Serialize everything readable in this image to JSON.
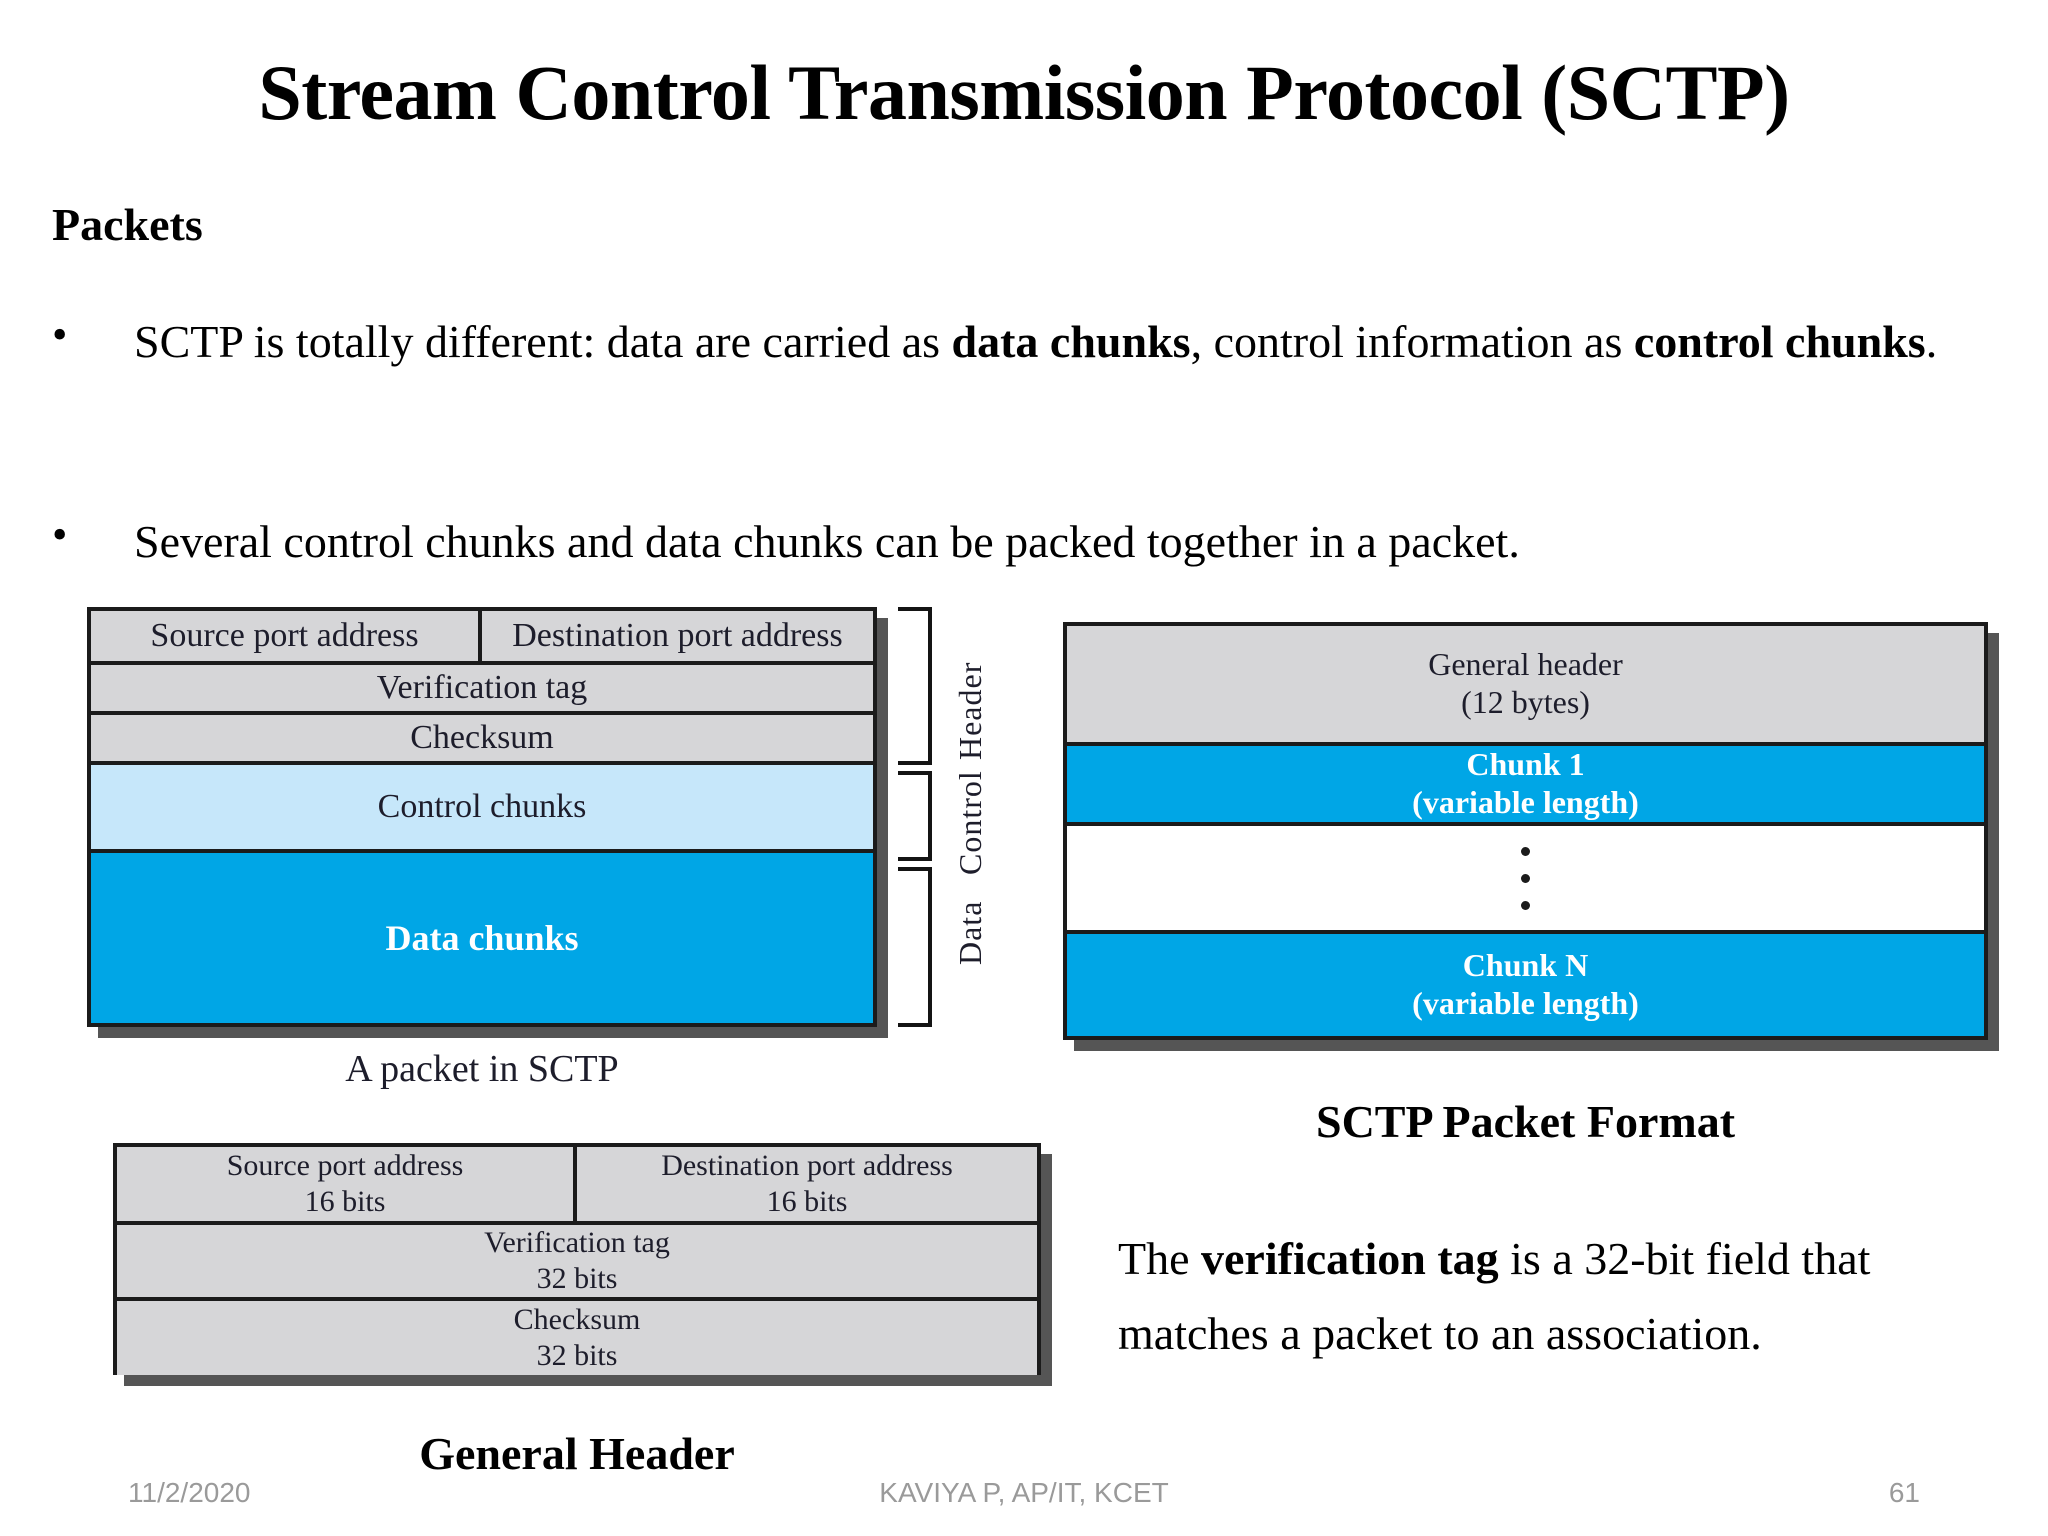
{
  "slide": {
    "title": "Stream Control Transmission Protocol (SCTP)",
    "section_heading": "Packets"
  },
  "bullets": [
    {
      "marker": "•",
      "parts": [
        {
          "text": "SCTP is totally different: data are carried as ",
          "bold": false
        },
        {
          "text": "data chunks",
          "bold": true
        },
        {
          "text": ", control information as ",
          "bold": false
        },
        {
          "text": "control chunks",
          "bold": true
        },
        {
          "text": ".",
          "bold": false
        }
      ],
      "plain": "SCTP is totally different: data are carried as data chunks, control information as control chunks."
    },
    {
      "marker": "•",
      "parts": [
        {
          "text": "Several control chunks and data chunks can be packed together in a packet.",
          "bold": false
        }
      ],
      "plain": "Several control chunks and data chunks can be packed together in a packet."
    }
  ],
  "packet_diagram": {
    "caption": "A packet in SCTP",
    "rows": {
      "source_port": "Source port address",
      "destination_port": "Destination port address",
      "verification_tag": "Verification tag",
      "checksum": "Checksum",
      "control_chunks": "Control chunks",
      "data_chunks": "Data chunks"
    },
    "brackets": [
      {
        "label": "Header"
      },
      {
        "label": "Control"
      },
      {
        "label": "Data"
      }
    ],
    "colors": {
      "header_fill": "#d6d6d8",
      "control_fill": "#c6e7fa",
      "data_fill": "#00a6e6",
      "border": "#1b1b1b"
    }
  },
  "sctp_format_diagram": {
    "caption": "SCTP Packet Format",
    "rows": [
      {
        "line1": "General header",
        "line2": "(12 bytes)",
        "fill": "grey"
      },
      {
        "line1": "Chunk 1",
        "line2": "(variable length)",
        "fill": "blue"
      },
      {
        "line1": "",
        "line2": "",
        "fill": "white"
      },
      {
        "line1": "Chunk N",
        "line2": "(variable length)",
        "fill": "blue"
      }
    ],
    "note_parts": [
      {
        "text": "The ",
        "bold": false
      },
      {
        "text": "verification tag",
        "bold": true
      },
      {
        "text": " is a 32-bit field that matches a  packet to an association.",
        "bold": false
      }
    ],
    "note_plain": "The verification tag is a 32-bit field that matches a  packet to an association."
  },
  "general_header_table": {
    "caption": "General Header",
    "rows": [
      {
        "cells": [
          {
            "name": "Source port address",
            "size": "16 bits"
          },
          {
            "name": "Destination port address",
            "size": "16 bits"
          }
        ]
      },
      {
        "cells": [
          {
            "name": "Verification tag",
            "size": "32 bits"
          }
        ]
      },
      {
        "cells": [
          {
            "name": "Checksum",
            "size": "32 bits"
          }
        ]
      }
    ]
  },
  "footer": {
    "date": "11/2/2020",
    "author": "KAVIYA P, AP/IT, KCET",
    "page": "61"
  }
}
